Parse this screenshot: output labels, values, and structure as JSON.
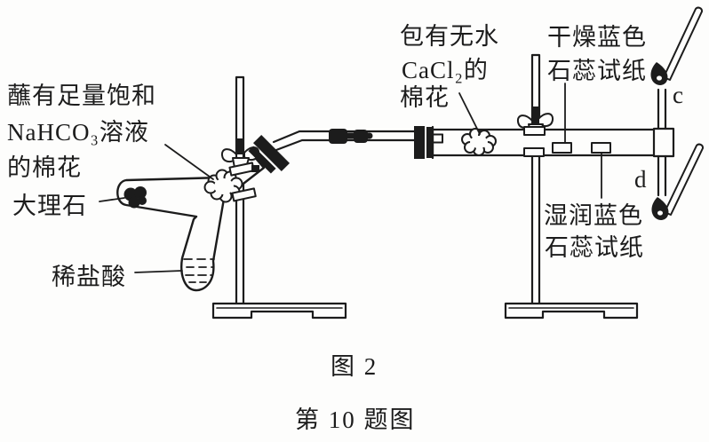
{
  "diagram": {
    "title_hint": "chemistry gas experiment apparatus (CO2 generation and testing)",
    "labels": {
      "nahco3_cotton": [
        "蘸有足量饱和",
        "NaHCO₃溶液",
        "的棉花"
      ],
      "marble": "大理石",
      "dilute_hydrochloric_acid": "稀盐酸",
      "cacl2_cotton": [
        "包有无水",
        "CaCl₂的",
        "棉花"
      ],
      "dry_litmus": [
        "干燥蓝色",
        "石蕊试纸"
      ],
      "wet_litmus": [
        "湿润蓝色",
        "石蕊试纸"
      ],
      "opening_c": "c",
      "opening_d": "d"
    },
    "captions": {
      "figure": "图 2",
      "question": "第 10 题图"
    },
    "colors": {
      "ink": "#1c1c1c",
      "paper": "#fdfdfc"
    }
  }
}
